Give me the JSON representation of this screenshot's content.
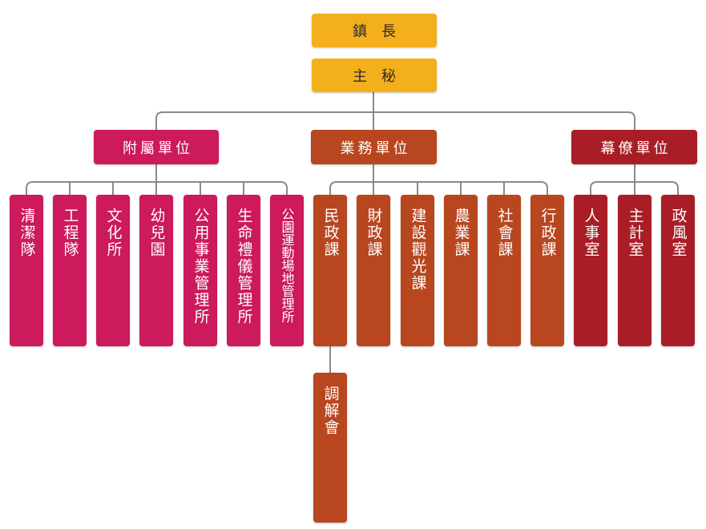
{
  "colors": {
    "top": "#f4b01c",
    "affiliated": "#cc1a5c",
    "business": "#b8461f",
    "staff": "#a91e26",
    "line": "#8a8a8a"
  },
  "top": {
    "mayor": "鎮長",
    "secretary": "主秘"
  },
  "groups": {
    "affiliated": {
      "title": "附屬單位",
      "units": [
        "清潔隊",
        "工程隊",
        "文化所",
        "幼兒園",
        "公用事業管理所",
        "生命禮儀管理所",
        "公園運動場地管理所"
      ]
    },
    "business": {
      "title": "業務單位",
      "units": [
        "民政課",
        "財政課",
        "建設觀光課",
        "農業課",
        "社會課",
        "行政課"
      ],
      "sub_unit": "調解會"
    },
    "staff": {
      "title": "幕僚單位",
      "units": [
        "人事室",
        "主計室",
        "政風室"
      ]
    }
  }
}
